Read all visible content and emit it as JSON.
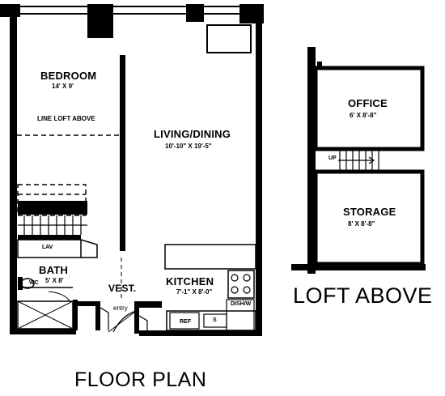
{
  "floor_plan": {
    "caption": "FLOOR PLAN",
    "rooms": {
      "bedroom": {
        "name": "BEDROOM",
        "dims": "14' X 9'"
      },
      "living_dining": {
        "name": "LIVING/DINING",
        "dims": "10'-10\" X 19'-5\""
      },
      "kitchen": {
        "name": "KITCHEN",
        "dims": "7'-1\" X 8'-0\""
      },
      "bath": {
        "name": "BATH",
        "dims": "5' X 8'"
      },
      "vestibule": {
        "name": "VEST.",
        "note": "entry"
      }
    },
    "annotations": {
      "loft_line": "LINE LOFT ABOVE",
      "lavatory": "LAV",
      "water_closet": "WC",
      "refrigerator": "REF",
      "sink": "S",
      "dishwasher_washer": "DISH/W"
    }
  },
  "loft_plan": {
    "caption": "LOFT ABOVE",
    "rooms": {
      "office": {
        "name": "OFFICE",
        "dims": "6' X 8'-8\""
      },
      "storage": {
        "name": "STORAGE",
        "dims": "8' X 8'-8\""
      }
    },
    "stair_label": "UP"
  }
}
